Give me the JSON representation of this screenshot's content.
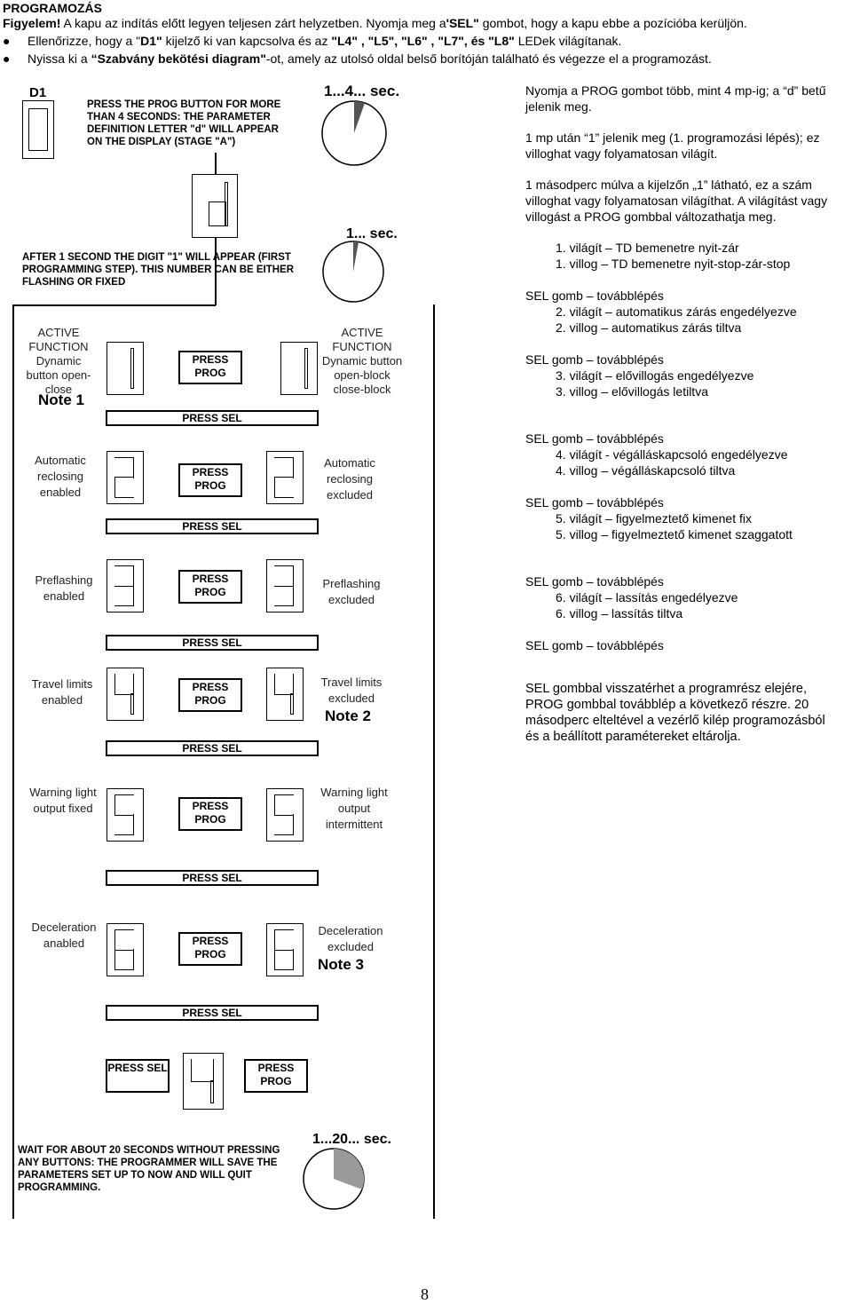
{
  "header": {
    "title": "PROGRAMOZÁS",
    "warning_label": "Figyelem!",
    "warning_text_1": "A kapu az indítás előtt legyen teljesen zárt helyzetben. Nyomja meg a",
    "warning_sel": "'SEL\"",
    "warning_text_2": "gombot, hogy a kapu ebbe a pozícióba kerüljön.",
    "bullet1_a": "Ellenőrizze, hogy a \"",
    "bullet1_d1": "D1\"",
    "bullet1_b": "kijelző ki van kapcsolva és az",
    "bullet1_leds": "\"L4\" , \"L5\", \"L6\" , \"L7\", és \"L8\"",
    "bullet1_c": "LEDek világítanak.",
    "bullet2_a": "Nyissa ki a",
    "bullet2_bold": "“Szabvány bekötési diagram\"",
    "bullet2_b": "-ot, amely az utolsó oldal  belső borítóján található és végezze el a programozást."
  },
  "diagram": {
    "d1_label": "D1",
    "stage_a_text": "PRESS THE PROG BUTTON FOR MORE THAN 4 SECONDS: THE PARAMETER DEFINITION LETTER \"d\" WILL APPEAR ON THE DISPLAY (STAGE \"A\")",
    "timer1": "1...4... sec.",
    "timer2": "1... sec.",
    "timer3": "1...20... sec.",
    "after1_text": "AFTER 1 SECOND THE DIGIT \"1\" WILL APPEAR (FIRST PROGRAMMING STEP). THIS NUMBER CAN BE EITHER FLASHING OR FIXED",
    "final_text": "WAIT FOR ABOUT 20 SECONDS WITHOUT PRESSING ANY BUTTONS: THE PROGRAMMER WILL SAVE THE PARAMETERS SET UP TO NOW AND WILL QUIT PROGRAMMING.",
    "press_prog": "PRESS PROG",
    "press_sel": "PRESS SEL",
    "press_sel_short": "PRESS SEL",
    "steps": [
      {
        "left": "ACTIVE FUNCTION Dynamic button open-close",
        "left_note": "Note 1",
        "right": "ACTIVE FUNCTION Dynamic button open-block close-block",
        "right_note": ""
      },
      {
        "left": "Automatic reclosing enabled",
        "left_note": "",
        "right": "Automatic reclosing excluded",
        "right_note": ""
      },
      {
        "left": "Preflashing enabled",
        "left_note": "",
        "right": "Preflashing excluded",
        "right_note": ""
      },
      {
        "left": "Travel limits enabled",
        "left_note": "",
        "right": "Travel limits excluded",
        "right_note": "Note 2"
      },
      {
        "left": "Warning light output fixed",
        "left_note": "",
        "right": "Warning light output intermittent",
        "right_note": ""
      },
      {
        "left": "Deceleration anabled",
        "left_note": "",
        "right": "Deceleration excluded",
        "right_note": "Note 3"
      }
    ]
  },
  "right_column": {
    "p1": "Nyomja a PROG gombot több, mint 4 mp-ig; a “d” betű jelenik meg.",
    "p2": "1 mp után “1” jelenik meg (1. programozási lépés); ez villoghat vagy folyamatosan világít.",
    "p3": "1 másodperc múlva a kijelzőn „1” látható, ez a szám villoghat vagy folyamatosan világíthat. A világítást vagy villogást a PROG gombbal változathatja meg.",
    "l1a": "1.   világít – TD bemenetre nyit-zár",
    "l1b": "1.   villog – TD bemenetre nyit-stop-zár-stop",
    "sel": "SEL gomb – továbblépés",
    "l2a": "2.   világít – automatikus zárás engedélyezve",
    "l2b": "2.   villog – automatikus zárás tiltva",
    "l3a": "3.   világít – elővillogás engedélyezve",
    "l3b": "3.   villog – elővillogás letiltva",
    "l4a": "4.   világít - végálláskapcsoló engedélyezve",
    "l4b": "4.   villog – végálláskapcsoló tiltva",
    "l5a": "5.   világít – figyelmeztető kimenet fix",
    "l5b": "5.  villog – figyelmeztető kimenet szaggatott",
    "l6a": "6.   világít – lassítás engedélyezve",
    "l6b": "6.   villog – lassítás tiltva",
    "final": "SEL gombbal visszatérhet a programrész elejére, PROG gombbal továbblép a következő részre. 20 másodperc elteltével a vezérlő kilép programozásból és a beállított paramétereket eltárolja."
  },
  "page_number": "8"
}
